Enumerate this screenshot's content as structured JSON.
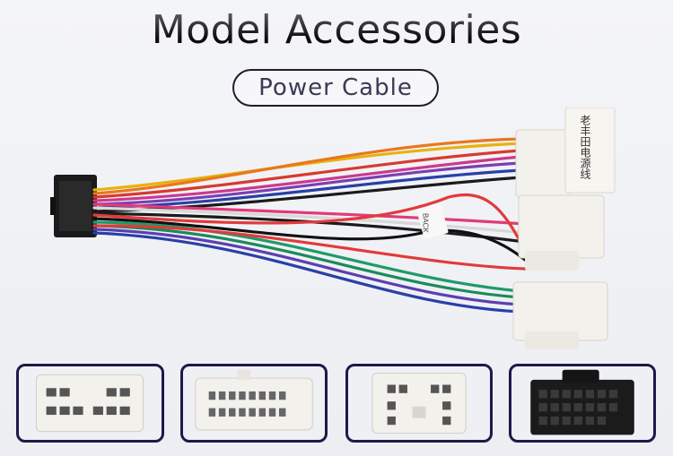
{
  "header": {
    "title": "Model Accessories",
    "subtitle": "Power Cable"
  },
  "product": {
    "label_chinese": "老丰田电源线",
    "wire_tag": "BACK"
  },
  "colors": {
    "thumb_border": "#1c1a4a",
    "connector_white": "#f3f1ec",
    "connector_black": "#1b1b1b"
  }
}
